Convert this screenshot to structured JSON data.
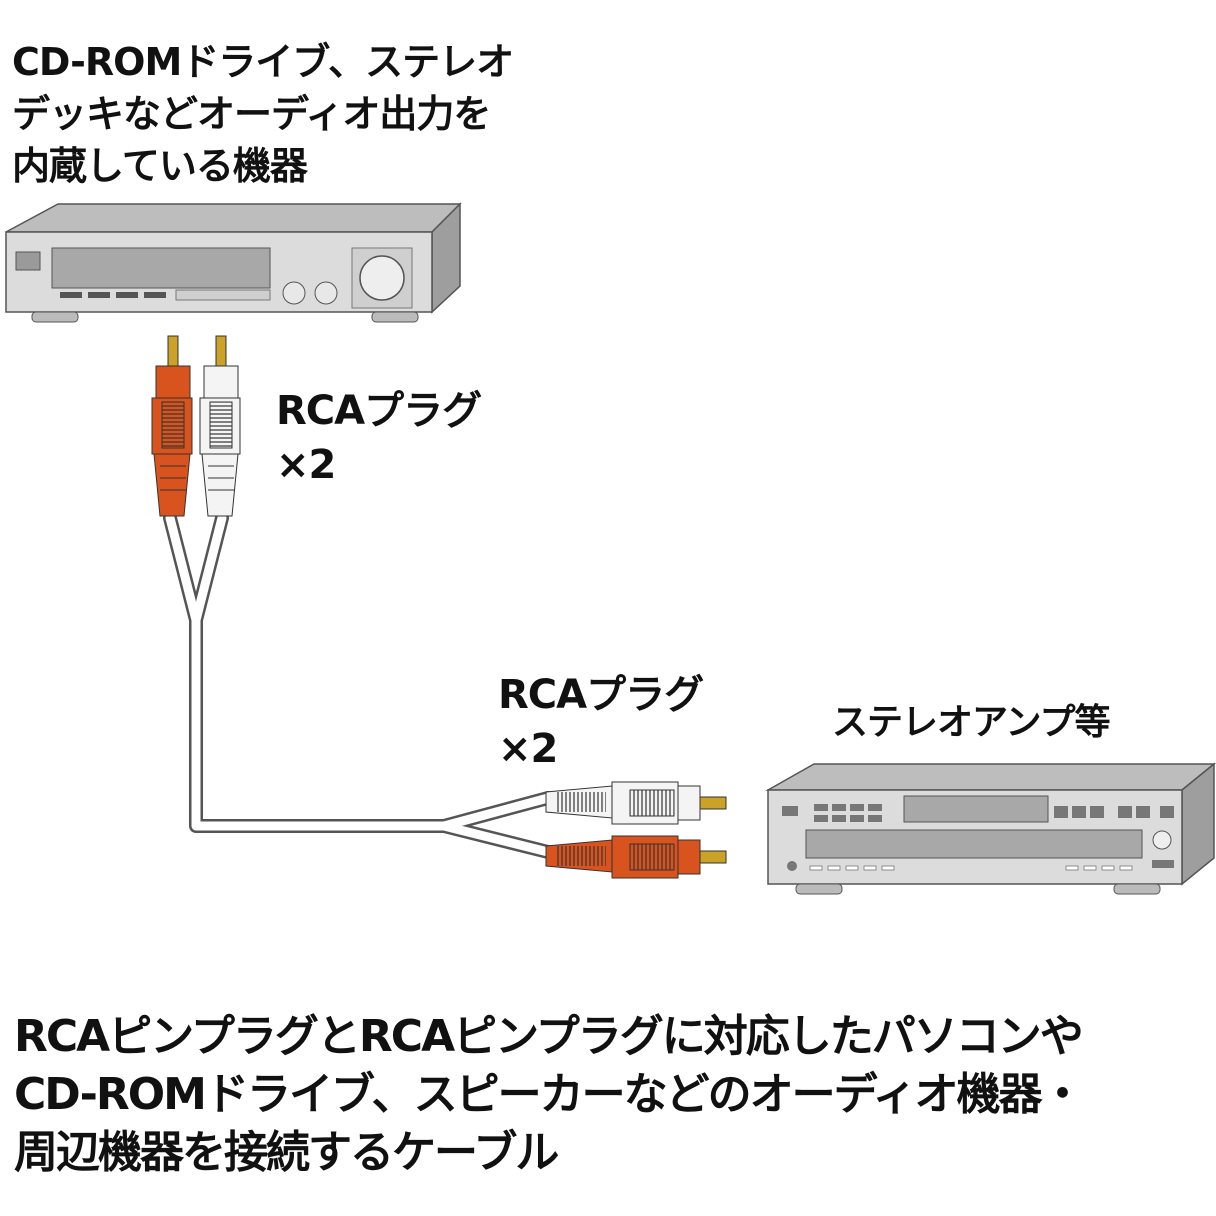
{
  "source_device": {
    "label_lines": [
      "CD-ROMドライブ、ステレオ",
      "デッキなどオーディオ出力を",
      "内蔵している機器"
    ]
  },
  "plug_top": {
    "label_lines": [
      "RCAプラグ",
      "×2"
    ]
  },
  "plug_bottom": {
    "label_lines": [
      "RCAプラグ",
      "×2"
    ]
  },
  "target_device": {
    "label": "ステレオアンプ等"
  },
  "caption": {
    "lines": [
      "RCAピンプラグとRCAピンプラグに対応したパソコンや",
      "CD-ROMドライブ、スピーカーなどのオーディオ機器・",
      "周辺機器を接続するケーブル"
    ]
  },
  "colors": {
    "red_plug": "#d9531e",
    "white_plug": "#f4f4f4",
    "gold_pin": "#c9a227",
    "device_front": "#dcdcdc",
    "device_top": "#bdbdbd",
    "cable": "#ffffff",
    "outline": "#333333"
  }
}
